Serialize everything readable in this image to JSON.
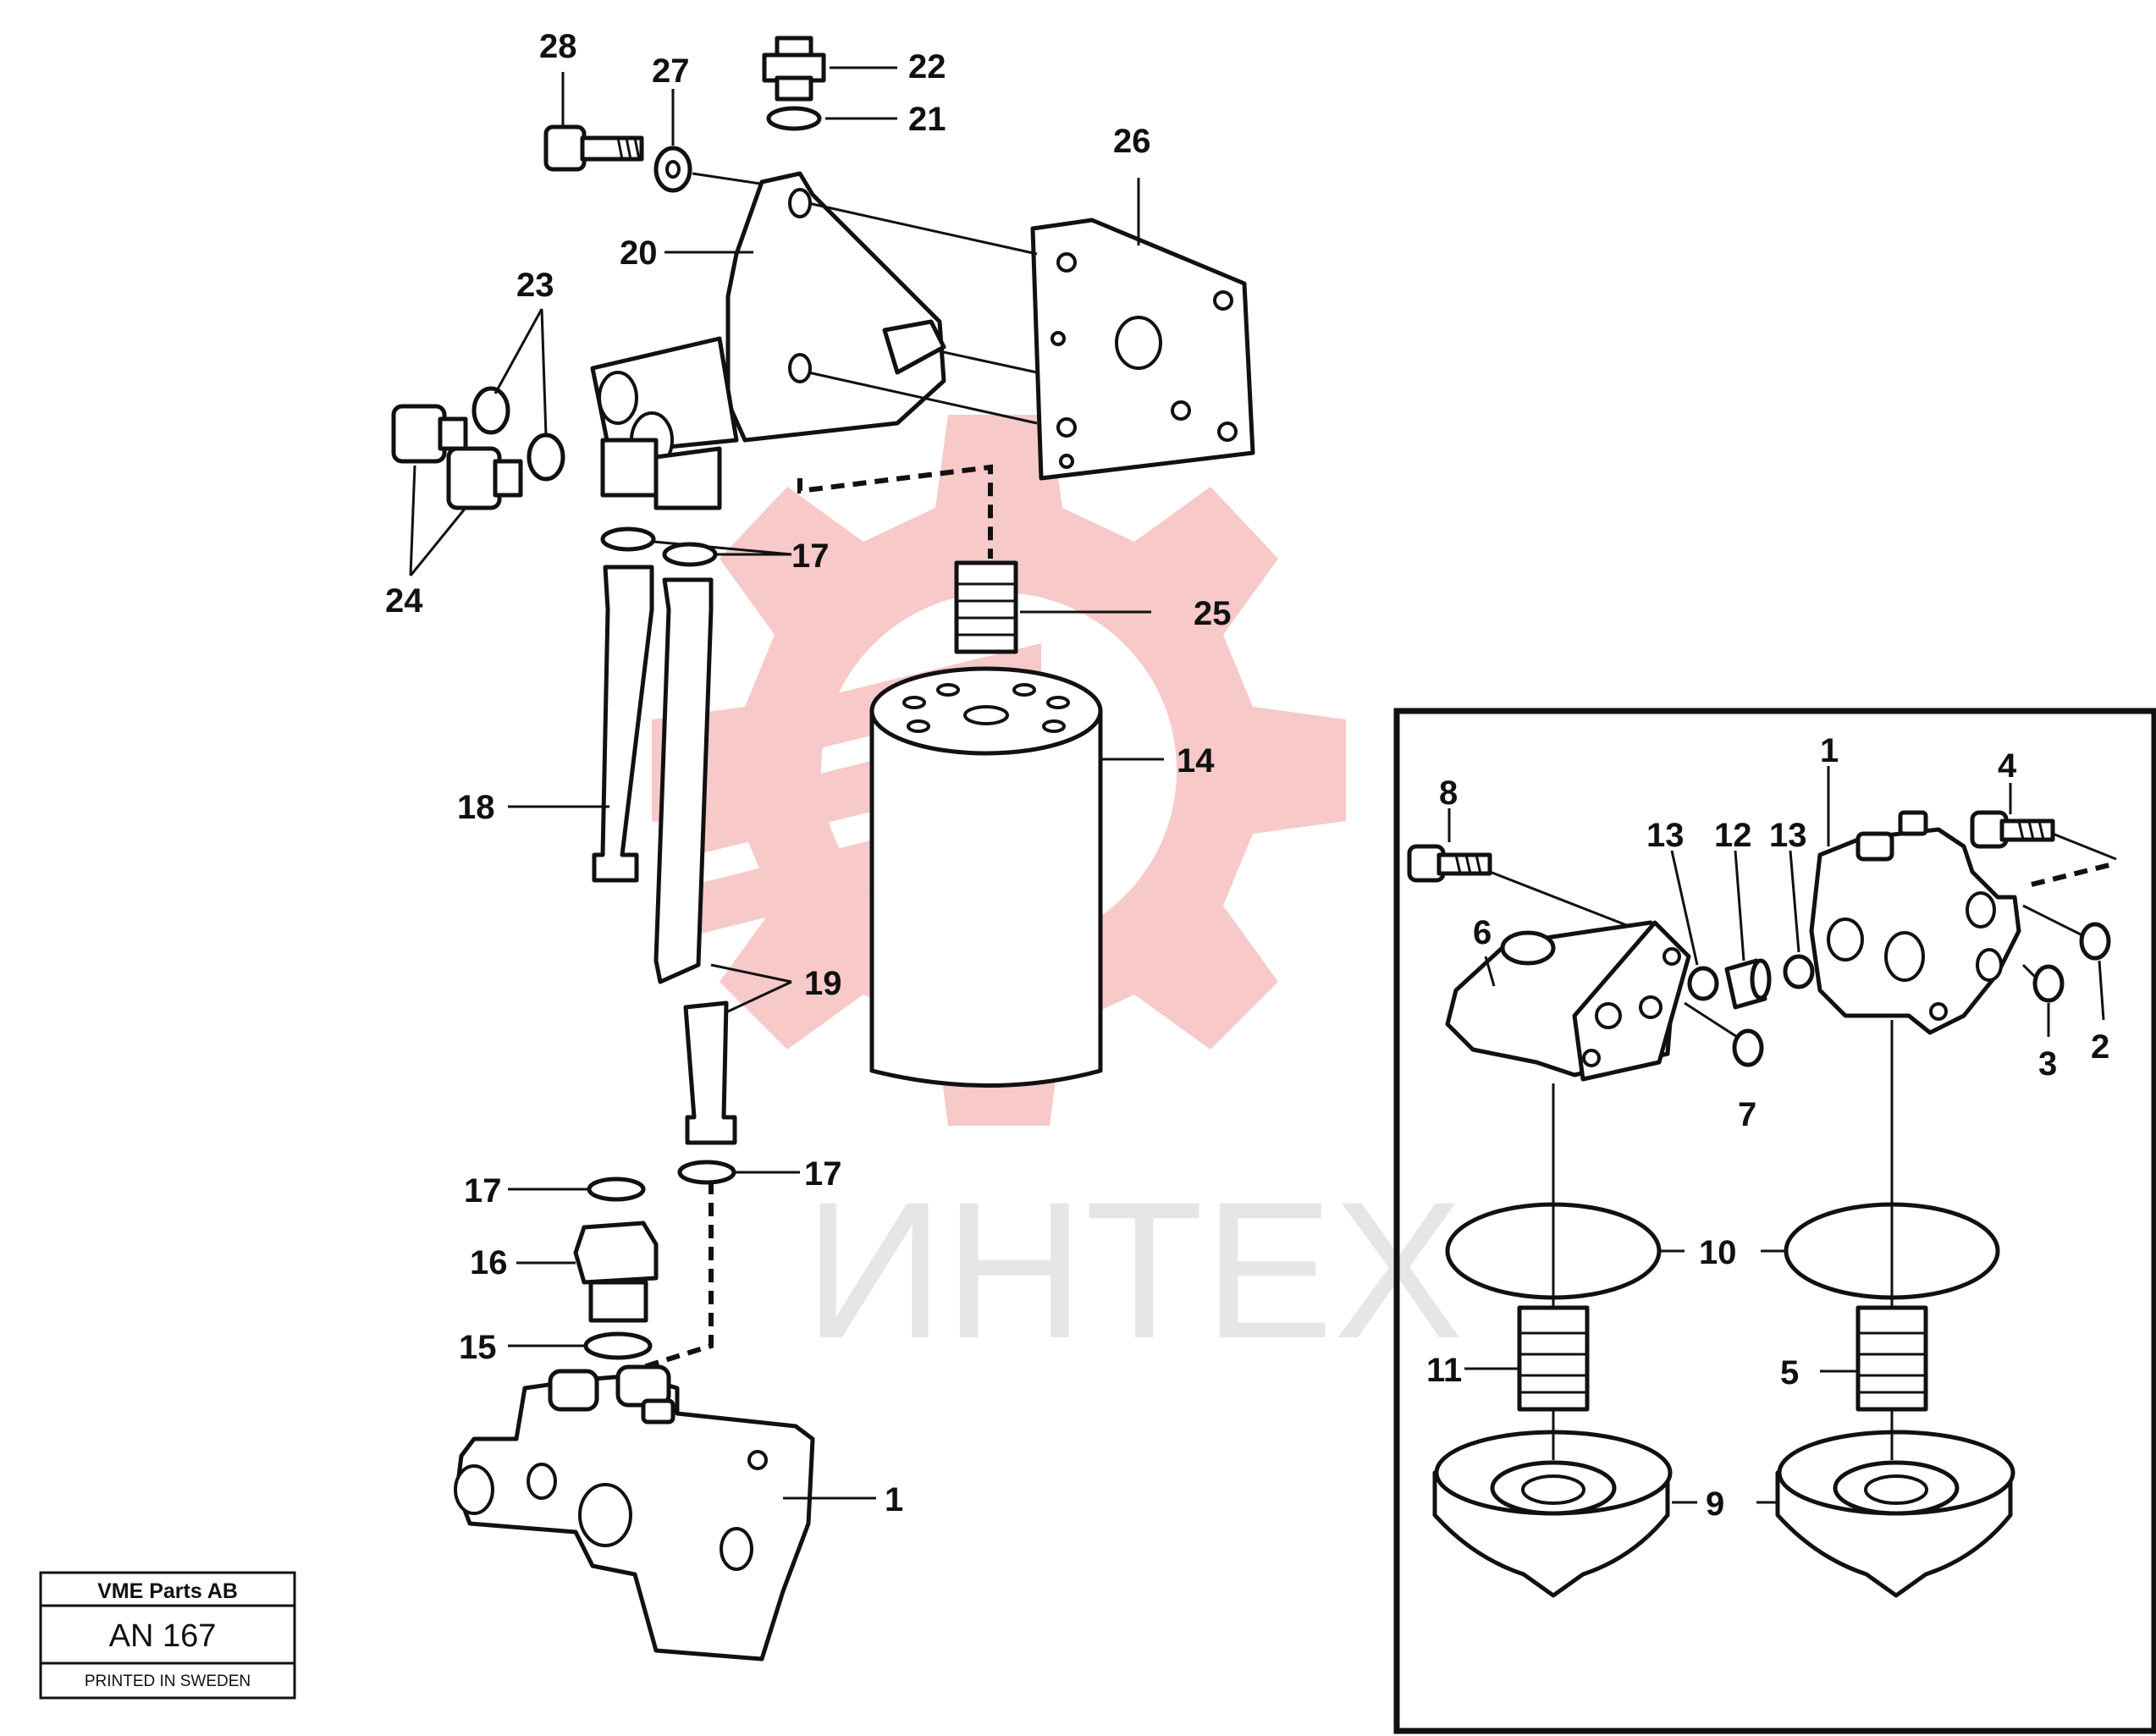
{
  "callouts": {
    "c28": "28",
    "c27": "27",
    "c22": "22",
    "c21": "21",
    "c26": "26",
    "c20": "20",
    "c23": "23",
    "c24": "24",
    "c17a": "17",
    "c25": "25",
    "c14": "14",
    "c18": "18",
    "c19": "19",
    "c17b": "17",
    "c17c": "17",
    "c16": "16",
    "c15": "15",
    "c1": "1",
    "i1": "1",
    "i4": "4",
    "i8": "8",
    "i13a": "13",
    "i12": "12",
    "i13b": "13",
    "i6": "6",
    "i2": "2",
    "i3": "3",
    "i7": "7",
    "i10": "10",
    "i11": "11",
    "i5": "5",
    "i9": "9"
  },
  "watermark": {
    "text": "ИНТЕХ",
    "color": "#f7c9c9"
  },
  "stamp": {
    "company": "VME Parts AB",
    "code": "AN 167",
    "note": "PRINTED IN SWEDEN"
  }
}
